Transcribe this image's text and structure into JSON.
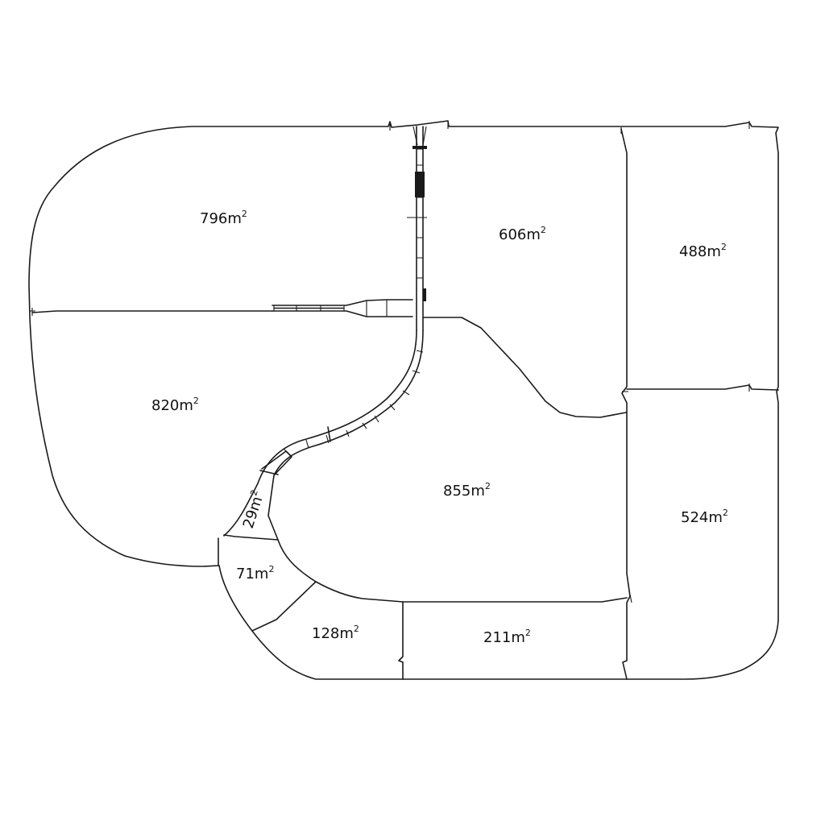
{
  "colors": {
    "line": "#1a1a1a",
    "background": "#ffffff",
    "text": "#111111"
  },
  "lots": [
    {
      "id": "lot-796",
      "area": "796",
      "unit": "m",
      "exp": "2"
    },
    {
      "id": "lot-606",
      "area": "606",
      "unit": "m",
      "exp": "2"
    },
    {
      "id": "lot-488",
      "area": "488",
      "unit": "m",
      "exp": "2"
    },
    {
      "id": "lot-820",
      "area": "820",
      "unit": "m",
      "exp": "2"
    },
    {
      "id": "lot-855",
      "area": "855",
      "unit": "m",
      "exp": "2"
    },
    {
      "id": "lot-524",
      "area": "524",
      "unit": "m",
      "exp": "2"
    },
    {
      "id": "lot-29",
      "area": "29",
      "unit": "m",
      "exp": "2"
    },
    {
      "id": "lot-71",
      "area": "71",
      "unit": "m",
      "exp": "2"
    },
    {
      "id": "lot-128",
      "area": "128",
      "unit": "m",
      "exp": "2"
    },
    {
      "id": "lot-211",
      "area": "211",
      "unit": "m",
      "exp": "2"
    }
  ]
}
